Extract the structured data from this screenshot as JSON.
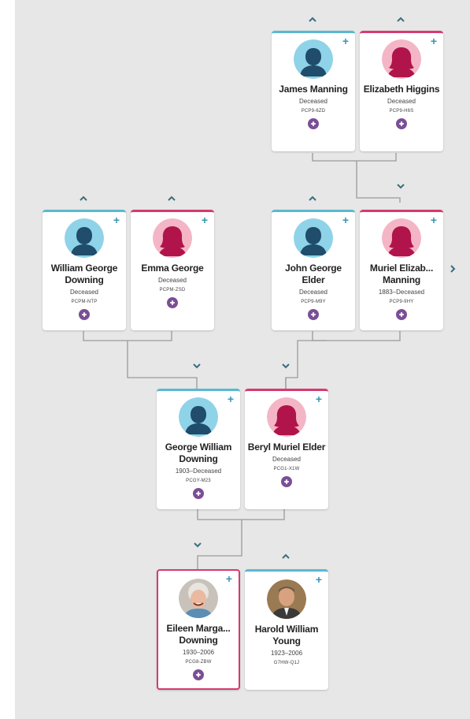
{
  "colors": {
    "male": "#5ab8d2",
    "female": "#d63a70",
    "hint": "#7a4f96",
    "accent": "#3a95b8"
  },
  "actions": {
    "add_symbol": "+",
    "expand_up": "chevron-up-icon",
    "expand_down": "chevron-down-icon",
    "next": "chevron-right-icon"
  },
  "persons": {
    "james": {
      "name": "James Manning",
      "lifespan": "Deceased",
      "pid": "PCP9-6ZD",
      "gender": "male"
    },
    "elizabeth": {
      "name": "Elizabeth Higgins",
      "lifespan": "Deceased",
      "pid": "PCP9-H6S",
      "gender": "female"
    },
    "william": {
      "name": "William George Downing",
      "lifespan": "Deceased",
      "pid": "PCPM-NTP",
      "gender": "male"
    },
    "emma": {
      "name": "Emma George",
      "lifespan": "Deceased",
      "pid": "PCPM-ZSD",
      "gender": "female"
    },
    "john": {
      "name": "John George Elder",
      "lifespan": "Deceased",
      "pid": "PCP9-M9Y",
      "gender": "male"
    },
    "muriel": {
      "name": "Muriel Elizab... Manning",
      "lifespan": "1883–Deceased",
      "pid": "PCP9-9HY",
      "gender": "female"
    },
    "george": {
      "name": "George William Downing",
      "lifespan": "1903–Deceased",
      "pid": "PCGY-M23",
      "gender": "male"
    },
    "beryl": {
      "name": "Beryl Muriel Elder",
      "lifespan": "Deceased",
      "pid": "PCG1-X1W",
      "gender": "female"
    },
    "eileen": {
      "name": "Eileen Marga... Downing",
      "lifespan": "1930–2006",
      "pid": "PCG8-ZBW",
      "gender": "female"
    },
    "harold": {
      "name": "Harold William Young",
      "lifespan": "1923–2006",
      "pid": "G7HW-Q1J",
      "gender": "male"
    }
  }
}
